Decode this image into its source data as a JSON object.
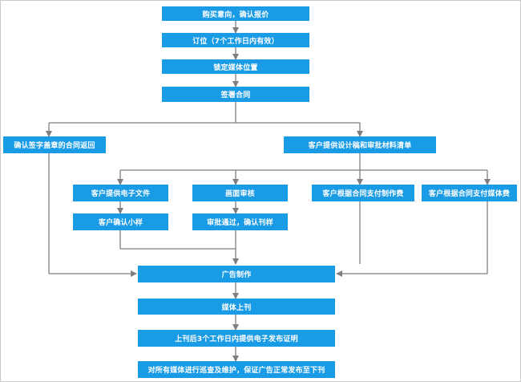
{
  "steps": {
    "purchase_intent": "购买意向，确认报价",
    "reserve": "订位（7个工作日内有效）",
    "lock_media": "锁定媒体位置",
    "sign_contract": "签署合同",
    "return_contract": "确认签字盖章的合同返回",
    "provide_design": "客户提供设计稿和审批材料清单",
    "provide_file": "客户提供电子文件",
    "review": "画面审核",
    "pay_production": "客户根据合同支付制作费",
    "pay_media": "客户根据合同支付媒体费",
    "confirm_sample": "客户确认小样",
    "approved": "审批通过，确认刊样",
    "ad_production": "广告制作",
    "media_publish": "媒体上刊",
    "proof": "上刊后3个工作日内提供电子发布证明",
    "inspection": "对所有媒体进行巡查及维护，保证广告正常发布至下刊"
  },
  "colors": {
    "box": "#1a9be6",
    "line": "#7f7f7f",
    "text": "#ffffff"
  }
}
